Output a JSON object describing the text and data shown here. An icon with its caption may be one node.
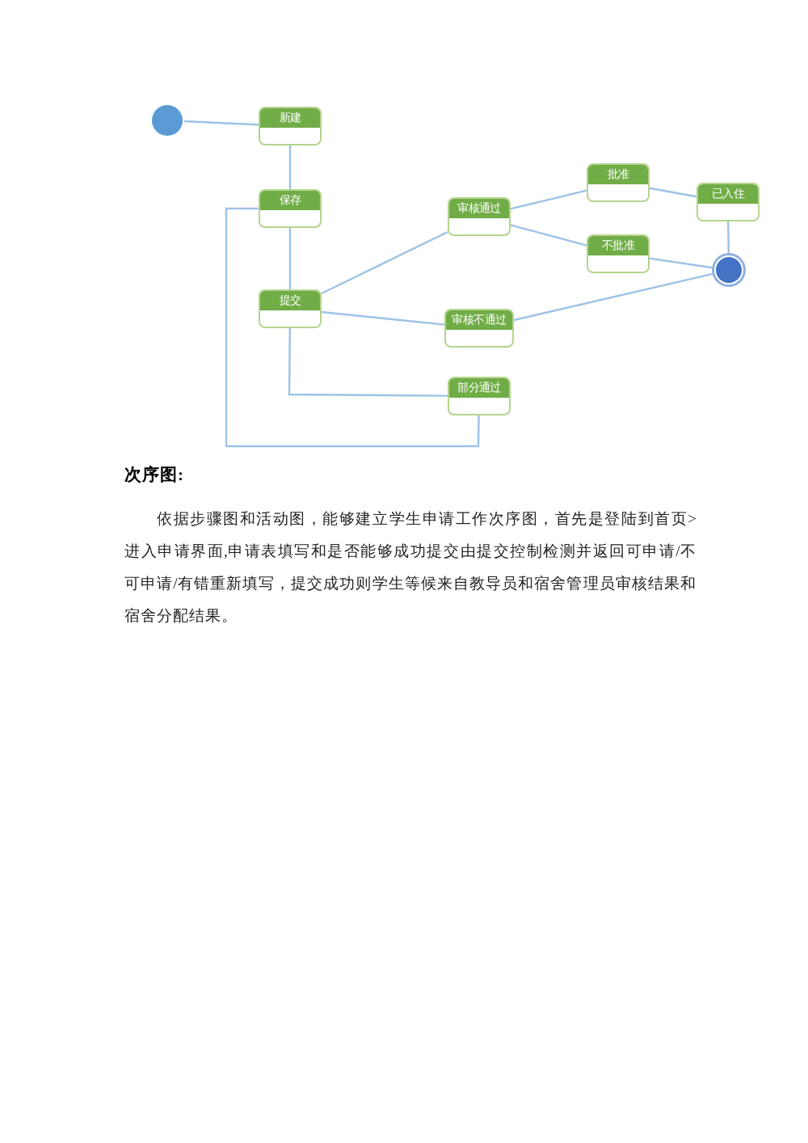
{
  "diagram": {
    "nodes": [
      {
        "text": [],
        "shape": "circle"
      },
      {
        "text": [
          "新建"
        ]
      },
      {
        "text": [
          "保存"
        ]
      },
      {
        "text": [
          "提交"
        ]
      },
      {
        "text": [
          "审核通过"
        ]
      },
      {
        "text": [
          "审核不通过"
        ]
      },
      {
        "text": [
          "部分通过"
        ]
      },
      {
        "text": [
          "批准"
        ]
      },
      {
        "text": [
          "不批准"
        ]
      },
      {
        "text": [
          "已入住"
        ]
      },
      {
        "text": [],
        "shape": "circle"
      }
    ],
    "edges": [
      {
        "from": 0,
        "to": 1,
        "arrow": "none"
      },
      {
        "from": 1,
        "to": 2,
        "arrow": "none"
      },
      {
        "from": 2,
        "to": 3,
        "arrow": "none"
      },
      {
        "from": 3,
        "to": 4,
        "arrow": "none"
      },
      {
        "from": 3,
        "to": 5,
        "arrow": "none"
      },
      {
        "from": 3,
        "to": 6,
        "arrow": "none"
      },
      {
        "from": 6,
        "to": 2,
        "arrow": "none"
      },
      {
        "from": 4,
        "to": 7,
        "arrow": "none"
      },
      {
        "from": 4,
        "to": 8,
        "arrow": "none"
      },
      {
        "from": 7,
        "to": 9,
        "arrow": "none"
      },
      {
        "from": 9,
        "to": 10,
        "arrow": "none"
      },
      {
        "from": 8,
        "to": 10,
        "arrow": "none"
      },
      {
        "from": 5,
        "to": 10,
        "arrow": "none"
      }
    ],
    "labels": [
      "次序图:",
      "依据步骤图和活动图，能够建立学生申请工作次序图，首先是登陆到首页>进入申请界面,申请表填写和是否能够成功提交由提交控制检测并返回可申请/不可申请/有错重新填写，提交成功则学生等候来自教导员和宿舍管理员审核结果和宿舍分配结果。"
    ]
  }
}
